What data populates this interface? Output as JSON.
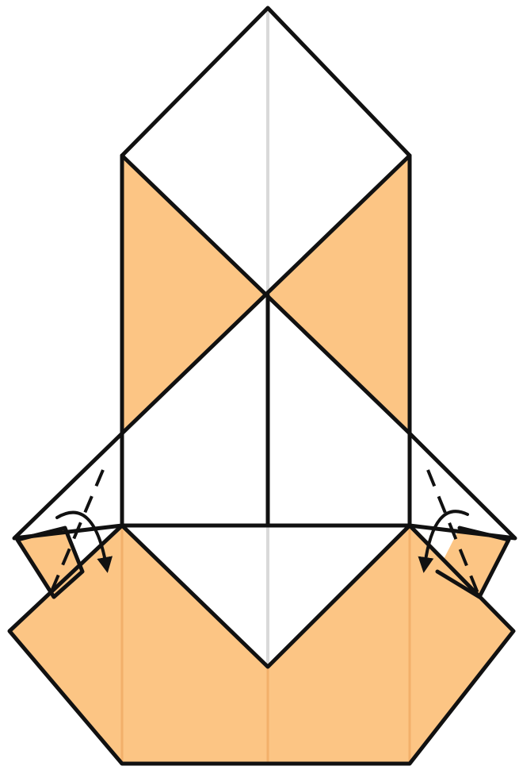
{
  "diagram": {
    "kind": "origami-fold-step",
    "colors": {
      "paper_front": "#ffffff",
      "paper_back": "#fcc584",
      "outline": "#111111",
      "crease": "#d9d9d9",
      "crease_on_color": "#f2b06a"
    },
    "annotations": [
      {
        "type": "fold-arrow",
        "side": "left",
        "icon": "curved-arrow-icon"
      },
      {
        "type": "fold-arrow",
        "side": "right",
        "icon": "curved-arrow-icon"
      },
      {
        "type": "valley-fold-line",
        "side": "left"
      },
      {
        "type": "valley-fold-line",
        "side": "right"
      }
    ]
  }
}
